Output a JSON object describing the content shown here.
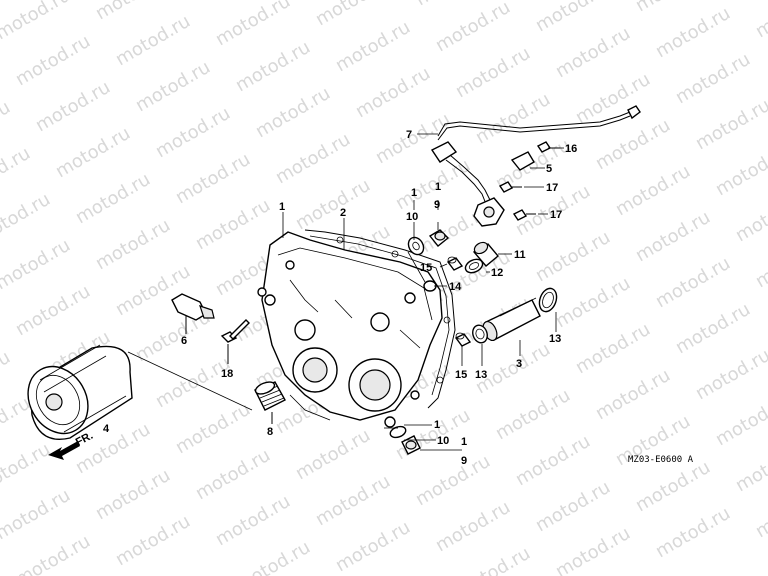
{
  "watermark": "motod.ru",
  "diagram_code": "MZ03-E0600 A",
  "fr_arrow": "FR.",
  "callouts": [
    {
      "id": "c1a",
      "text": "1"
    },
    {
      "id": "c2",
      "text": "2"
    },
    {
      "id": "c7",
      "text": "7"
    },
    {
      "id": "c16",
      "text": "16"
    },
    {
      "id": "c5",
      "text": "5"
    },
    {
      "id": "c17a",
      "text": "17"
    },
    {
      "id": "c17b",
      "text": "17"
    },
    {
      "id": "c1b",
      "text": "1"
    },
    {
      "id": "c1c",
      "text": "1"
    },
    {
      "id": "c10a",
      "text": "10"
    },
    {
      "id": "c9a",
      "text": "9"
    },
    {
      "id": "c11",
      "text": "11"
    },
    {
      "id": "c15a",
      "text": "15"
    },
    {
      "id": "c12",
      "text": "12"
    },
    {
      "id": "c14",
      "text": "14"
    },
    {
      "id": "c6",
      "text": "6"
    },
    {
      "id": "c13a",
      "text": "13"
    },
    {
      "id": "c18",
      "text": "18"
    },
    {
      "id": "c15b",
      "text": "15"
    },
    {
      "id": "c13b",
      "text": "13"
    },
    {
      "id": "c3",
      "text": "3"
    },
    {
      "id": "c4",
      "text": "4"
    },
    {
      "id": "c8",
      "text": "8"
    },
    {
      "id": "c1d",
      "text": "1"
    },
    {
      "id": "c10b",
      "text": "10"
    },
    {
      "id": "c1e",
      "text": "1"
    },
    {
      "id": "c9b",
      "text": "9"
    }
  ]
}
